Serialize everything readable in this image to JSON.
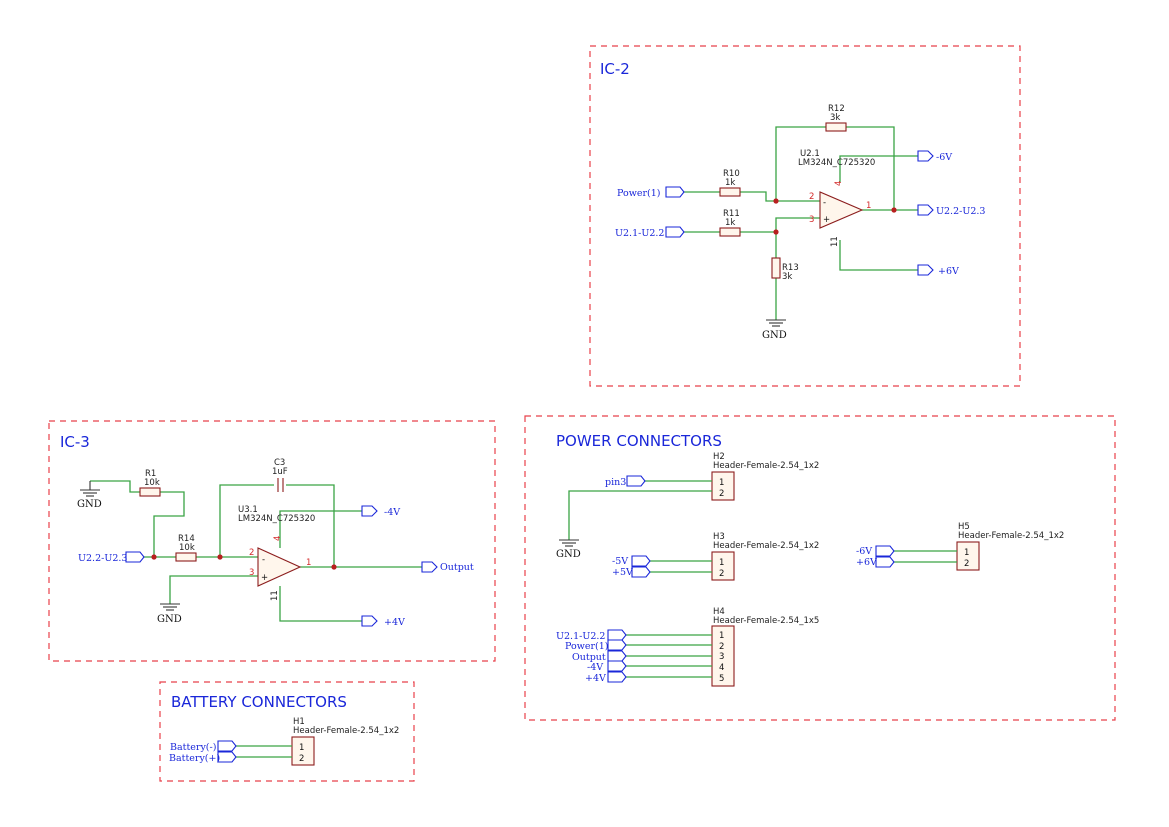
{
  "sheets": {
    "ic2": {
      "title": "IC-2"
    },
    "ic3": {
      "title": "IC-3"
    },
    "power": {
      "title": "POWER CONNECTORS"
    },
    "battery": {
      "title": "BATTERY CONNECTORS"
    }
  },
  "ic2": {
    "opamp": {
      "ref": "U2.1",
      "value": "LM324N_C725320",
      "pin_inv": "2",
      "pin_noninv": "3",
      "pin_out": "1",
      "pin_vminus": "4",
      "pin_vplus": "11",
      "sym_inv": "-",
      "sym_noninv": "+"
    },
    "r10": {
      "ref": "R10",
      "value": "1k"
    },
    "r11": {
      "ref": "R11",
      "value": "1k"
    },
    "r12": {
      "ref": "R12",
      "value": "3k"
    },
    "r13": {
      "ref": "R13",
      "value": "3k"
    },
    "nets": {
      "in1": "Power(1)",
      "in2": "U2.1-U2.2",
      "out": "U2.2-U2.3",
      "vneg": "-6V",
      "vpos": "+6V",
      "gnd": "GND"
    }
  },
  "ic3": {
    "opamp": {
      "ref": "U3.1",
      "value": "LM324N_C725320",
      "pin_inv": "2",
      "pin_noninv": "3",
      "pin_out": "1",
      "pin_vminus": "4",
      "pin_vplus": "11",
      "sym_inv": "-",
      "sym_noninv": "+"
    },
    "r1": {
      "ref": "R1",
      "value": "10k"
    },
    "r14": {
      "ref": "R14",
      "value": "10k"
    },
    "c3": {
      "ref": "C3",
      "value": "1uF"
    },
    "nets": {
      "in": "U2.2-U2.3",
      "out": "Output",
      "vneg": "-4V",
      "vpos": "+4V",
      "gnd1": "GND",
      "gnd2": "GND"
    }
  },
  "power": {
    "h2": {
      "ref": "H2",
      "value": "Header-Female-2.54_1x2",
      "pins": [
        "1",
        "2"
      ],
      "net1": "pin3",
      "gnd": "GND"
    },
    "h3": {
      "ref": "H3",
      "value": "Header-Female-2.54_1x2",
      "pins": [
        "1",
        "2"
      ],
      "nets": [
        "-5V",
        "+5V"
      ]
    },
    "h4": {
      "ref": "H4",
      "value": "Header-Female-2.54_1x5",
      "pins": [
        "1",
        "2",
        "3",
        "4",
        "5"
      ],
      "nets": [
        "U2.1-U2.2",
        "Power(1)",
        "Output",
        "-4V",
        "+4V"
      ]
    },
    "h5": {
      "ref": "H5",
      "value": "Header-Female-2.54_1x2",
      "pins": [
        "1",
        "2"
      ],
      "nets": [
        "-6V",
        "+6V"
      ]
    }
  },
  "battery": {
    "h1": {
      "ref": "H1",
      "value": "Header-Female-2.54_1x2",
      "pins": [
        "1",
        "2"
      ],
      "nets": [
        "Battery(-)",
        "Battery(+)"
      ]
    }
  }
}
